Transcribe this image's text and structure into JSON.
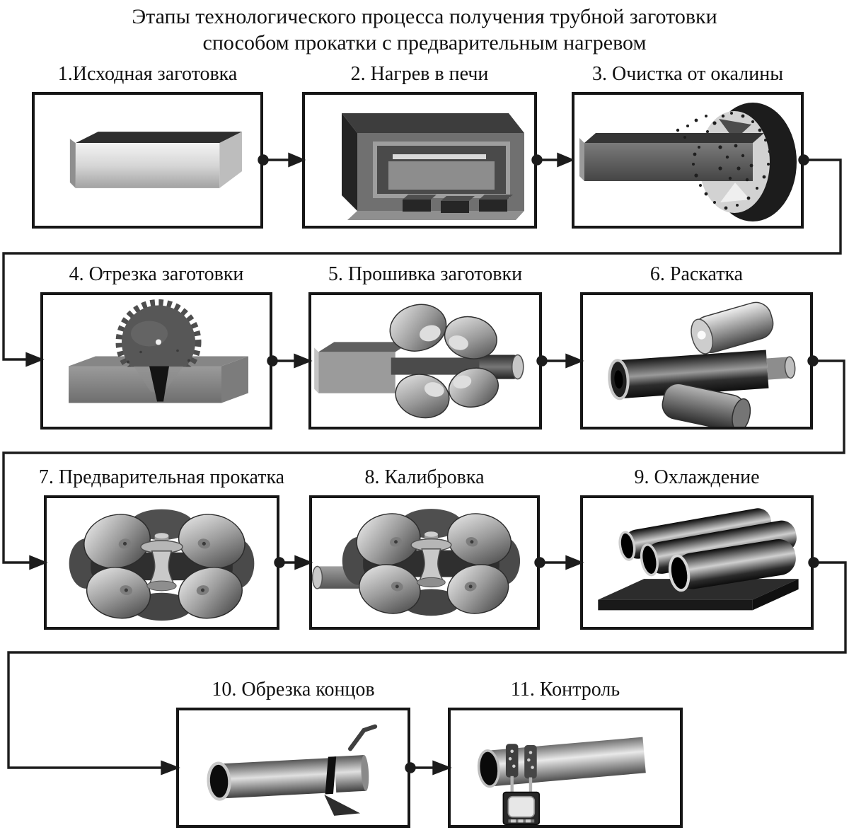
{
  "title": {
    "line1": "Этапы технологического процесса получения трубной заготовки",
    "line2": "способом прокатки с предварительным нагревом"
  },
  "stages": [
    {
      "label": "1.Исходная заготовка",
      "image": "rectangular-billet"
    },
    {
      "label": "2. Нагрев в печи",
      "image": "heating-furnace"
    },
    {
      "label": "3. Очистка от окалины",
      "image": "descaling-wheel"
    },
    {
      "label": "4. Отрезка заготовки",
      "image": "circular-saw-cutting"
    },
    {
      "label": "5. Прошивка заготовки",
      "image": "piercing-mill"
    },
    {
      "label": "6. Раскатка",
      "image": "elongation-rolling"
    },
    {
      "label": "7. Предварительная прокатка",
      "image": "preliminary-rolling-stand"
    },
    {
      "label": "8. Калибровка",
      "image": "calibration-stand"
    },
    {
      "label": "9. Охлаждение",
      "image": "cooled-pipes-on-pallet"
    },
    {
      "label": "10. Обрезка концов",
      "image": "pipe-end-trimming"
    },
    {
      "label": "11. Контроль",
      "image": "pipe-inspection-gauge"
    }
  ],
  "flow": {
    "order": "1 → 2 → 3 → 4 → 5 → 6 → 7 → 8 → 9 → 10 → 11",
    "connector_style": "dot at source, arrowhead at target"
  },
  "colors": {
    "background": "#ffffff",
    "box_border": "#161616",
    "line": "#1c1c1c",
    "text": "#111111"
  }
}
